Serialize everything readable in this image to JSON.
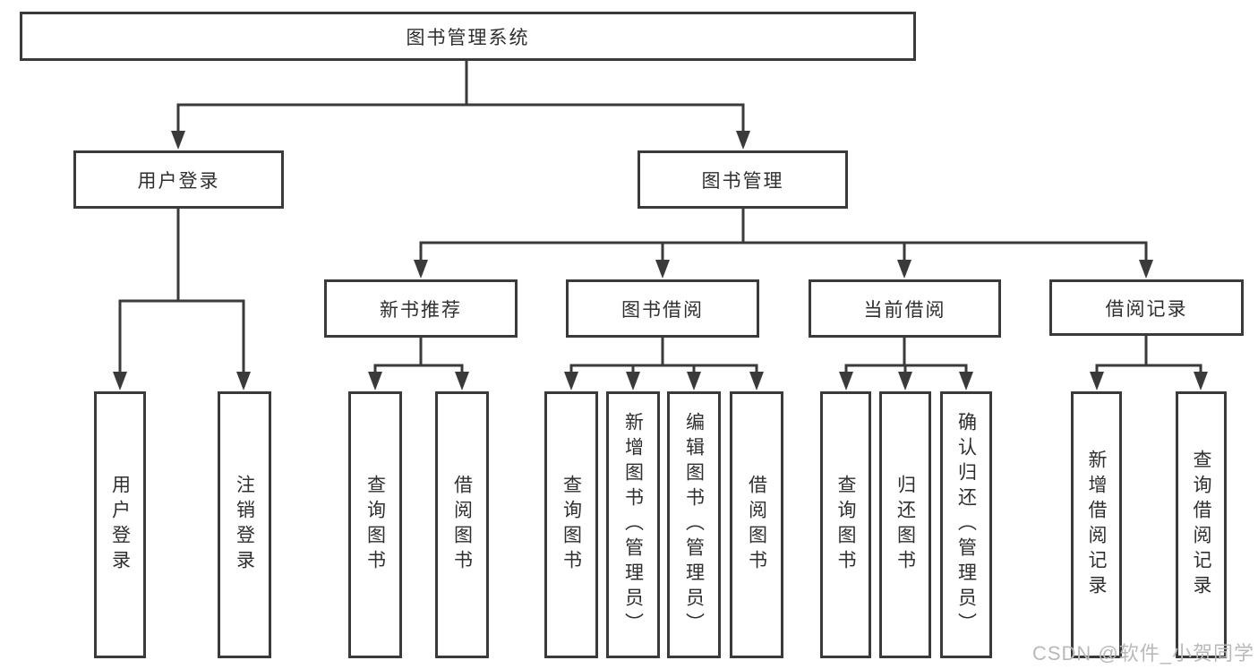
{
  "diagram": {
    "type": "hierarchy-tree",
    "colors": {
      "line": "#3a3a3a",
      "box_border": "#3a3a3a",
      "box_bg": "#ffffff",
      "text": "#2f2f2f",
      "watermark": "#b9b9b9"
    },
    "root": {
      "label": "图书管理系统"
    },
    "l2": {
      "user_login_group": {
        "label": "用户登录"
      },
      "book_mgmt": {
        "label": "图书管理"
      }
    },
    "l3": {
      "new_book_rec": {
        "label": "新书推荐"
      },
      "book_borrow": {
        "label": "图书借阅"
      },
      "current_borrow": {
        "label": "当前借阅"
      },
      "borrow_records": {
        "label": "借阅记录"
      }
    },
    "l4": {
      "user_login": {
        "label": "用户登录"
      },
      "logout": {
        "label": "注销登录"
      },
      "nb_query": {
        "label": "查询图书"
      },
      "nb_borrow": {
        "label": "借阅图书"
      },
      "bb_query": {
        "label": "查询图书"
      },
      "bb_add": {
        "label": "新增图书（管理员）"
      },
      "bb_edit": {
        "label": "编辑图书（管理员）"
      },
      "bb_borrow": {
        "label": "借阅图书"
      },
      "cb_query": {
        "label": "查询图书"
      },
      "cb_return": {
        "label": "归还图书"
      },
      "cb_confirm": {
        "label": "确认归还（管理员）"
      },
      "br_add": {
        "label": "新增借阅记录"
      },
      "br_query": {
        "label": "查询借阅记录"
      }
    },
    "tree": {
      "root": "图书管理系统",
      "branches": [
        {
          "label": "用户登录",
          "children": [
            "用户登录",
            "注销登录"
          ]
        },
        {
          "label": "图书管理",
          "children": [
            {
              "label": "新书推荐",
              "children": [
                "查询图书",
                "借阅图书"
              ]
            },
            {
              "label": "图书借阅",
              "children": [
                "查询图书",
                "新增图书（管理员）",
                "编辑图书（管理员）",
                "借阅图书"
              ]
            },
            {
              "label": "当前借阅",
              "children": [
                "查询图书",
                "归还图书",
                "确认归还（管理员）"
              ]
            },
            {
              "label": "借阅记录",
              "children": [
                "新增借阅记录",
                "查询借阅记录"
              ]
            }
          ]
        }
      ]
    },
    "watermark": {
      "text": "CSDN @软件_小贺同学"
    }
  }
}
